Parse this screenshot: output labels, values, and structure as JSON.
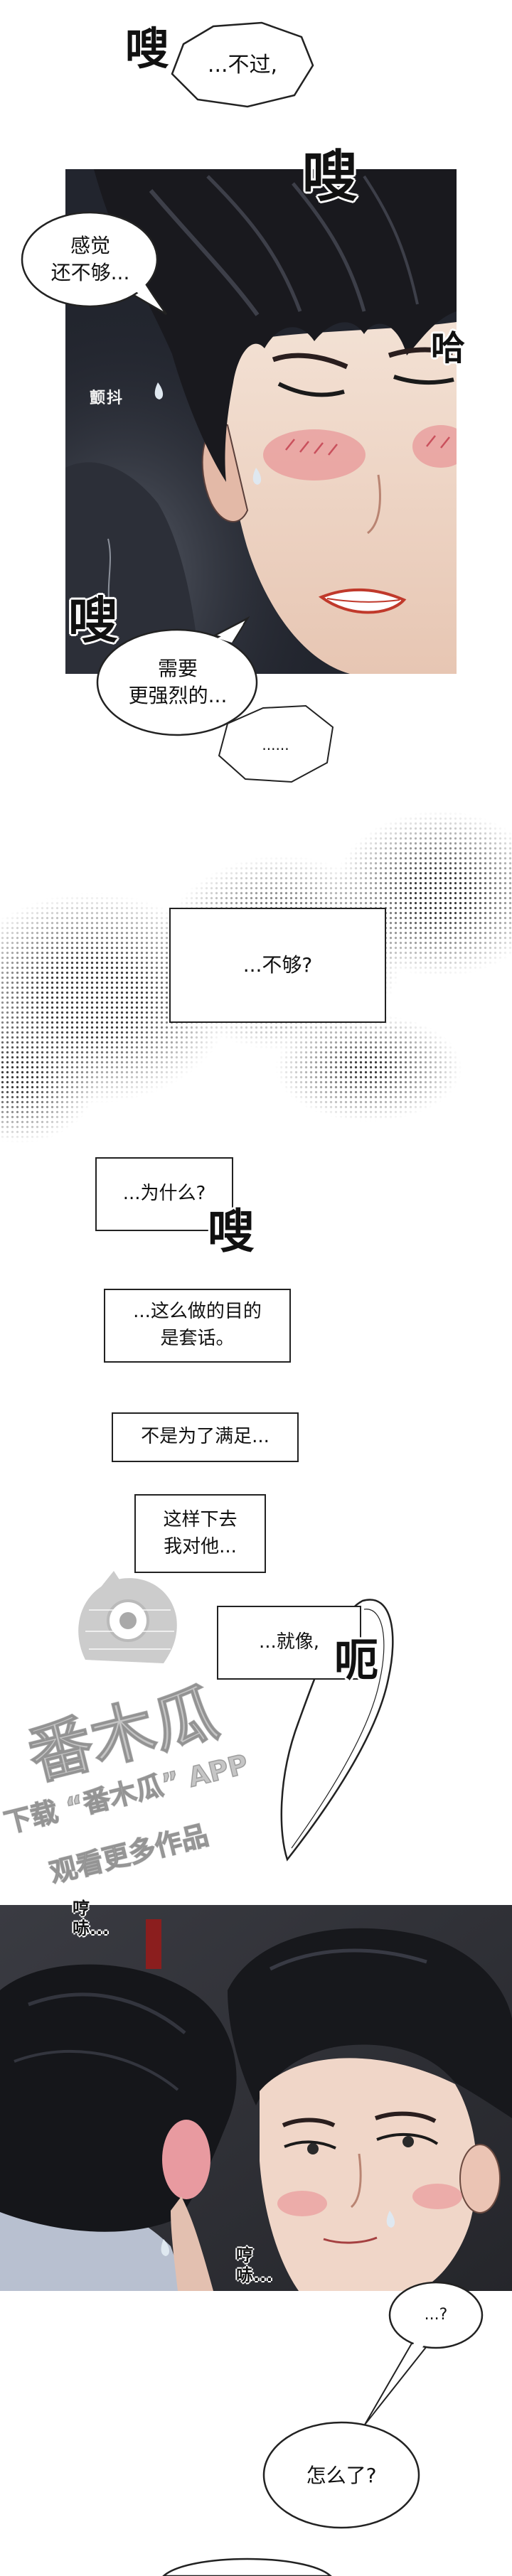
{
  "intro": {
    "sfx": "嗖",
    "bubble": "...不过,"
  },
  "panel1": {
    "bubble_feeling": [
      "感觉",
      "还不够..."
    ],
    "sfx_top": "嗖",
    "sfx_ha": "哈",
    "sfx_tremble": "颤抖",
    "sfx_bottom": "嗖",
    "bubble_need": [
      "需要",
      "更强烈的..."
    ],
    "bubble_dots": "......"
  },
  "narration": [
    {
      "lines": [
        "...不够?"
      ]
    },
    {
      "lines": [
        "...为什么?"
      ]
    },
    {
      "lines": [
        "...这么做的目的",
        "是套话。"
      ]
    },
    {
      "lines": [
        "不是为了满足..."
      ]
    },
    {
      "lines": [
        "这样下去",
        "我对他..."
      ]
    },
    {
      "lines": [
        "...就像,"
      ]
    }
  ],
  "sfx_why": "嗖",
  "sfx_uh": "呃",
  "watermark": {
    "brand": "番木瓜",
    "line1": "下载 “番木瓜” APP",
    "line2": "观看更多作品"
  },
  "panel2": {
    "pant_top": [
      "哼",
      "哧..."
    ],
    "pant_bottom": [
      "哼",
      "哧..."
    ]
  },
  "dialogue": {
    "question": "...?",
    "what": "怎么了?"
  },
  "colors": {
    "ink": "#111111",
    "paper": "#ffffff",
    "panel_dark": "#22252e",
    "skin": "#f0d6c8",
    "blush": "#e56f7a",
    "watermark": "#969696"
  }
}
